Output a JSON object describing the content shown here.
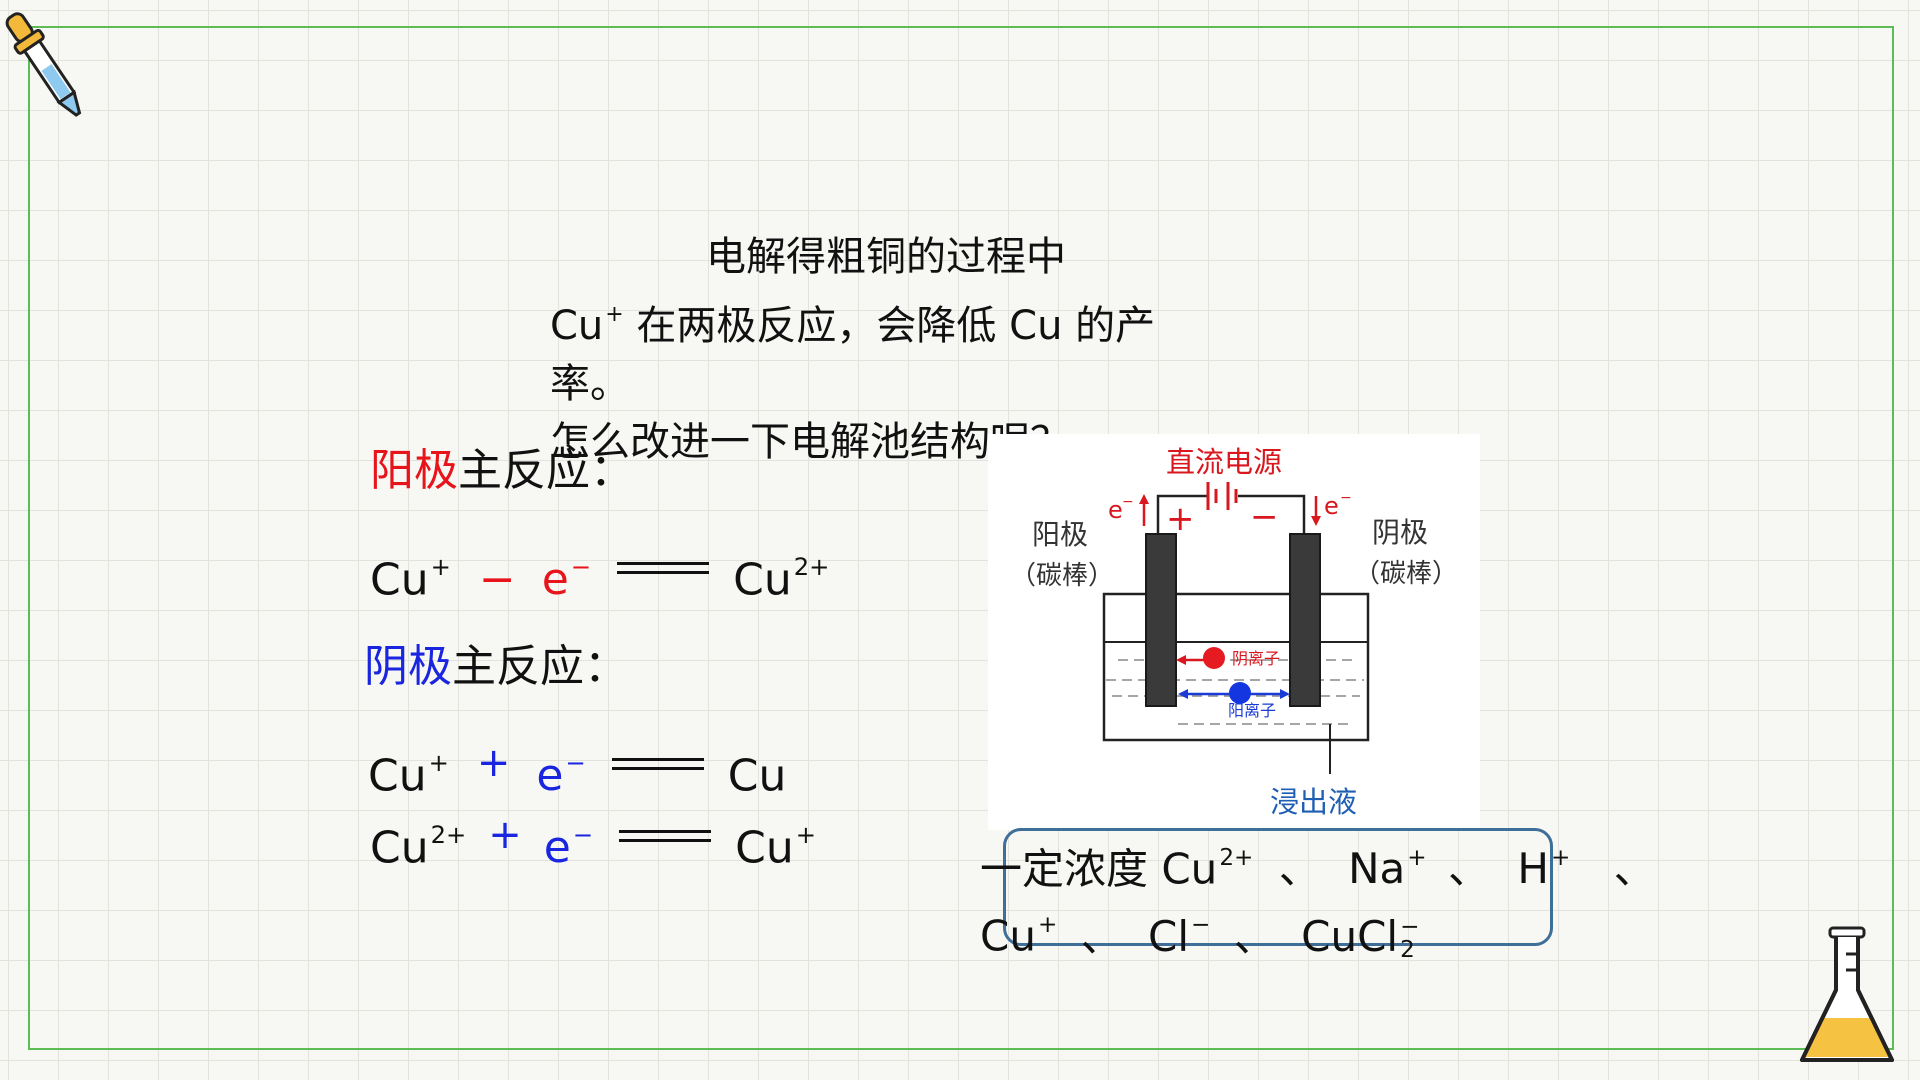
{
  "intro": {
    "line1": "电解得粗铜的过程中",
    "line2_species": "Cu",
    "line2_charge": "+",
    "line2_rest": " 在两极反应，会降低 Cu 的产",
    "line3": "率。",
    "line4": "怎么改进一下电解池结构呢？"
  },
  "anode": {
    "label_colored": "阳极",
    "label_rest": "主反应：",
    "reaction": {
      "reactant": "Cu",
      "reactant_charge": "+",
      "operator": "−",
      "electron": "e",
      "electron_charge": "−",
      "product": "Cu",
      "product_charge": "2+"
    }
  },
  "cathode": {
    "label_colored": "阴极",
    "label_rest": "主反应：",
    "reaction1": {
      "reactant": "Cu",
      "reactant_charge": "+",
      "operator": "+",
      "electron": "e",
      "electron_charge": "−",
      "product": "Cu",
      "product_charge": ""
    },
    "reaction2": {
      "reactant": "Cu",
      "reactant_charge": "2+",
      "operator": "+",
      "electron": "e",
      "electron_charge": "−",
      "product": "Cu",
      "product_charge": "+"
    }
  },
  "diagram": {
    "power_label": "直流电源",
    "left_electrode": "阳极",
    "left_material": "（碳棒）",
    "right_electrode": "阴极",
    "right_material": "（碳棒）",
    "plus": "+",
    "minus": "−",
    "electron": "e",
    "electron_charge": "−",
    "anion_label": "阴离子",
    "cation_label": "阳离子",
    "solution_label": "浸出液"
  },
  "ions": {
    "prefix": "一定浓度 ",
    "items": [
      {
        "species": "Cu",
        "charge": "2+",
        "sub": ""
      },
      {
        "species": "Na",
        "charge": "+",
        "sub": ""
      },
      {
        "species": "H",
        "charge": "+",
        "sub": ""
      },
      {
        "species": "Cu",
        "charge": "+",
        "sub": ""
      },
      {
        "species": "Cl",
        "charge": "−",
        "sub": ""
      },
      {
        "species": "CuCl",
        "charge": "−",
        "sub": "2"
      }
    ],
    "separator": "、"
  },
  "colors": {
    "anode_red": "#e8141b",
    "cathode_blue": "#1a25e0",
    "frame_green": "#5cbd55",
    "box_blue": "#3f6f99",
    "flask_liquid": "#f5c242"
  },
  "icons": {
    "top_left": "dropper-icon",
    "bottom_right": "flask-icon"
  }
}
